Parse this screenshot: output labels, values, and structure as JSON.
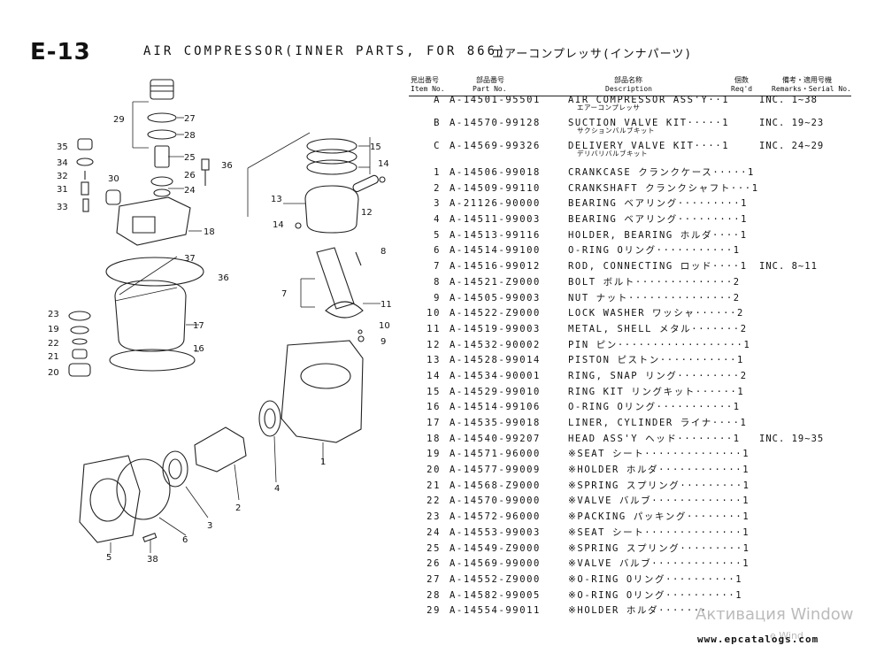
{
  "header": {
    "code": "E-13",
    "title": "AIR COMPRESSOR(INNER PARTS, FOR 866)",
    "title_ja": "エアーコンプレッサ(インナパーツ)"
  },
  "columns": {
    "item_ja": "見出番号",
    "item_en": "Item No.",
    "part_ja": "部品番号",
    "part_en": "Part No.",
    "desc_ja": "部品名称",
    "desc_en": "Description",
    "req_ja": "個数",
    "req_en": "Req'd",
    "rem_ja": "備考・適用号機",
    "rem_en": "Remarks・Serial No."
  },
  "parts": [
    {
      "no": "A",
      "pn": "A-14501-95501",
      "desc": "AIR COMPRESSOR ASS'Y··1",
      "sub": "エアーコンプレッサ",
      "rem": "INC. 1~38"
    },
    {
      "no": "B",
      "pn": "A-14570-99128",
      "desc": "SUCTION VALVE KIT·····1",
      "sub": "サクションバルブキット",
      "rem": "INC. 19~23"
    },
    {
      "no": "C",
      "pn": "A-14569-99326",
      "desc": "DELIVERY VALVE KIT····1",
      "sub": "デリバリバルブキット",
      "rem": "INC. 24~29"
    },
    {
      "no": "1",
      "pn": "A-14506-99018",
      "desc": "CRANKCASE クランクケース·····1",
      "sub": "",
      "rem": ""
    },
    {
      "no": "2",
      "pn": "A-14509-99110",
      "desc": "CRANKSHAFT クランクシャフト···1",
      "sub": "",
      "rem": ""
    },
    {
      "no": "3",
      "pn": "A-21126-90000",
      "desc": "BEARING ベアリング·········1",
      "sub": "",
      "rem": ""
    },
    {
      "no": "4",
      "pn": "A-14511-99003",
      "desc": "BEARING ベアリング·········1",
      "sub": "",
      "rem": ""
    },
    {
      "no": "5",
      "pn": "A-14513-99116",
      "desc": "HOLDER, BEARING ホルダ····1",
      "sub": "",
      "rem": ""
    },
    {
      "no": "6",
      "pn": "A-14514-99100",
      "desc": "O-RING Oリング···········1",
      "sub": "",
      "rem": ""
    },
    {
      "no": "7",
      "pn": "A-14516-99012",
      "desc": "ROD, CONNECTING ロッド····1",
      "sub": "",
      "rem": "INC. 8~11"
    },
    {
      "no": "8",
      "pn": "A-14521-Z9000",
      "desc": "BOLT ボルト··············2",
      "sub": "",
      "rem": ""
    },
    {
      "no": "9",
      "pn": "A-14505-99003",
      "desc": "NUT ナット···············2",
      "sub": "",
      "rem": ""
    },
    {
      "no": "10",
      "pn": "A-14522-Z9000",
      "desc": "LOCK WASHER ワッシャ······2",
      "sub": "",
      "rem": ""
    },
    {
      "no": "11",
      "pn": "A-14519-99003",
      "desc": "METAL, SHELL メタル·······2",
      "sub": "",
      "rem": ""
    },
    {
      "no": "12",
      "pn": "A-14532-90002",
      "desc": "PIN ピン··················1",
      "sub": "",
      "rem": ""
    },
    {
      "no": "13",
      "pn": "A-14528-99014",
      "desc": "PISTON ピストン···········1",
      "sub": "",
      "rem": ""
    },
    {
      "no": "14",
      "pn": "A-14534-90001",
      "desc": "RING, SNAP リング·········2",
      "sub": "",
      "rem": ""
    },
    {
      "no": "15",
      "pn": "A-14529-99010",
      "desc": "RING KIT リングキット······1",
      "sub": "",
      "rem": ""
    },
    {
      "no": "16",
      "pn": "A-14514-99106",
      "desc": "O-RING Oリング···········1",
      "sub": "",
      "rem": ""
    },
    {
      "no": "17",
      "pn": "A-14535-99018",
      "desc": "LINER, CYLINDER ライナ····1",
      "sub": "",
      "rem": ""
    },
    {
      "no": "18",
      "pn": "A-14540-99207",
      "desc": "HEAD ASS'Y ヘッド········1",
      "sub": "",
      "rem": "INC. 19~35"
    },
    {
      "no": "19",
      "pn": "A-14571-96000",
      "desc": "※SEAT シート··············1",
      "sub": "",
      "rem": ""
    },
    {
      "no": "20",
      "pn": "A-14577-99009",
      "desc": "※HOLDER ホルダ············1",
      "sub": "",
      "rem": ""
    },
    {
      "no": "21",
      "pn": "A-14568-Z9000",
      "desc": "※SPRING スプリング·········1",
      "sub": "",
      "rem": ""
    },
    {
      "no": "22",
      "pn": "A-14570-99000",
      "desc": "※VALVE バルブ·············1",
      "sub": "",
      "rem": ""
    },
    {
      "no": "23",
      "pn": "A-14572-96000",
      "desc": "※PACKING パッキング········1",
      "sub": "",
      "rem": ""
    },
    {
      "no": "24",
      "pn": "A-14553-99003",
      "desc": "※SEAT シート··············1",
      "sub": "",
      "rem": ""
    },
    {
      "no": "25",
      "pn": "A-14549-Z9000",
      "desc": "※SPRING スプリング·········1",
      "sub": "",
      "rem": ""
    },
    {
      "no": "26",
      "pn": "A-14569-99000",
      "desc": "※VALVE バルブ·············1",
      "sub": "",
      "rem": ""
    },
    {
      "no": "27",
      "pn": "A-14552-Z9000",
      "desc": "※O-RING Oリング··········1",
      "sub": "",
      "rem": ""
    },
    {
      "no": "28",
      "pn": "A-14582-99005",
      "desc": "※O-RING Oリング··········1",
      "sub": "",
      "rem": ""
    },
    {
      "no": "29",
      "pn": "A-14554-99011",
      "desc": "※HOLDER ホルダ·······",
      "sub": "",
      "rem": ""
    }
  ],
  "diagram_callouts": [
    "29",
    "27",
    "28",
    "35",
    "25",
    "34",
    "26",
    "36",
    "32",
    "30",
    "24",
    "31",
    "33",
    "18",
    "15",
    "14",
    "13",
    "12",
    "14",
    "8",
    "37",
    "36",
    "7",
    "11",
    "23",
    "19",
    "17",
    "10",
    "22",
    "9",
    "21",
    "20",
    "16",
    "1",
    "4",
    "2",
    "3",
    "6",
    "5",
    "38"
  ],
  "watermark": "Активация Window",
  "watermark2": "e Wind",
  "site": "www.epcatalogs.com"
}
